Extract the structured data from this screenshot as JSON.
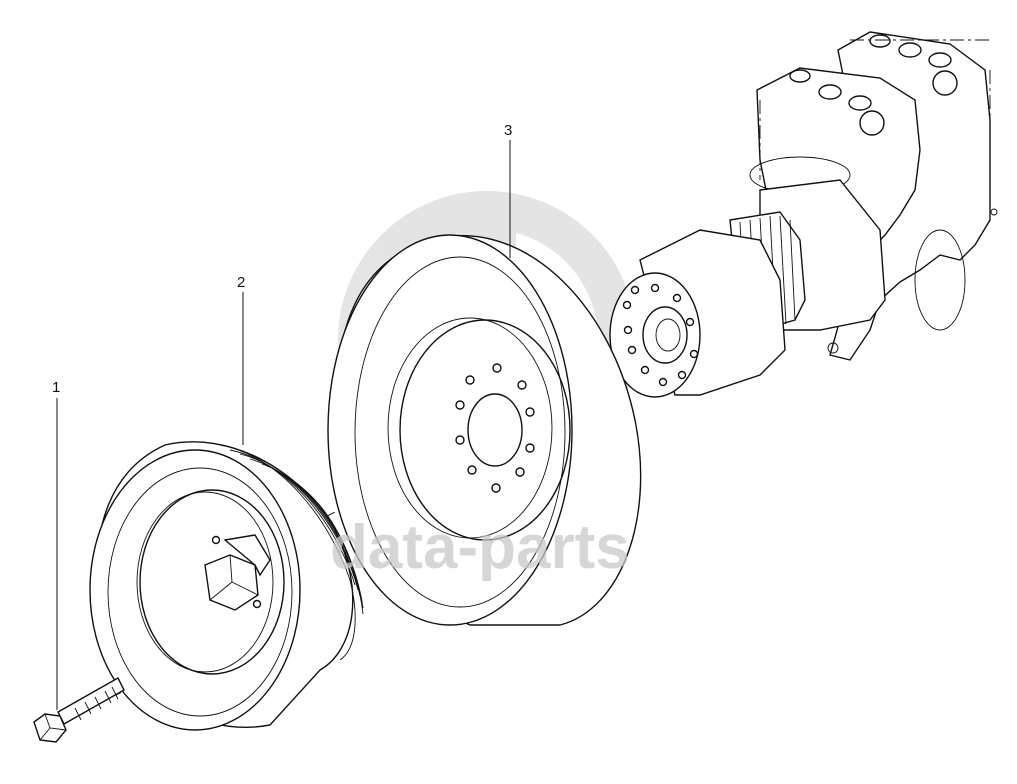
{
  "callouts": [
    {
      "id": "1",
      "part": "bolt"
    },
    {
      "id": "2",
      "part": "pulley"
    },
    {
      "id": "3",
      "part": "damper"
    }
  ],
  "watermark": {
    "text": "data-parts",
    "color": "#c9c9c9"
  },
  "colors": {
    "line": "#111111",
    "background": "#ffffff"
  }
}
